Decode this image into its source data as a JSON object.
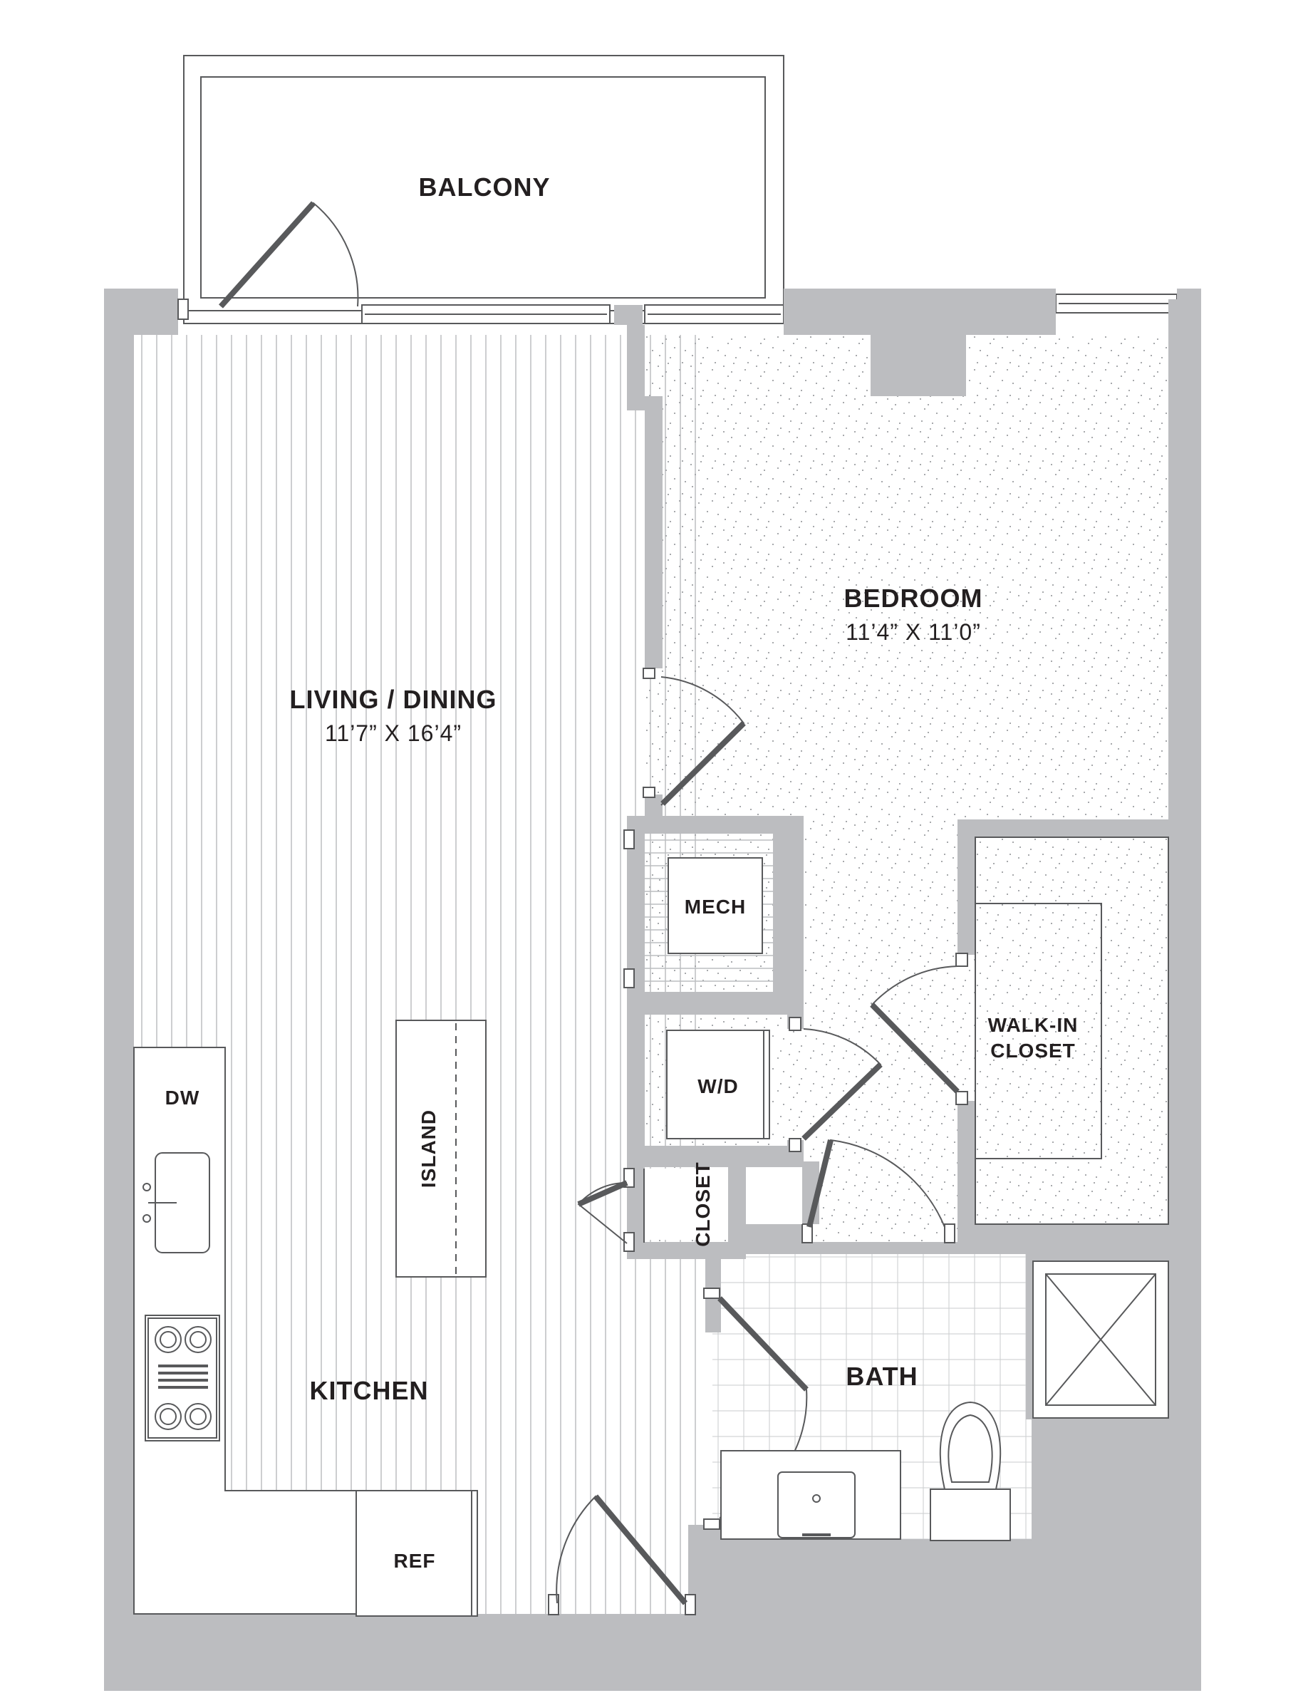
{
  "plan": {
    "rooms": {
      "balcony": {
        "name": "BALCONY"
      },
      "bedroom": {
        "name": "BEDROOM",
        "dims": "11’4” X 11’0”"
      },
      "living": {
        "name": "LIVING / DINING",
        "dims": "11’7” X 16’4”"
      },
      "mech": {
        "name": "MECH"
      },
      "wd": {
        "name": "W/D"
      },
      "walkin": {
        "name_line1": "WALK-IN",
        "name_line2": "CLOSET"
      },
      "closet": {
        "name": "CLOSET"
      },
      "bath": {
        "name": "BATH"
      },
      "kitchen": {
        "name": "KITCHEN"
      },
      "island": {
        "name": "ISLAND"
      },
      "dw": {
        "name": "DW"
      },
      "ref": {
        "name": "REF"
      }
    },
    "colors": {
      "wall": "#bcbdc0",
      "line": "#58595b",
      "text": "#231f20",
      "background": "#ffffff"
    }
  }
}
